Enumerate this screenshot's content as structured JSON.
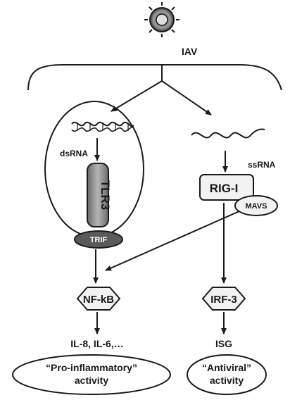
{
  "virus": {
    "label": "IAV"
  },
  "left_branch": {
    "rna_label": "dsRNA",
    "receptor_label": "TLR3",
    "adaptor_label": "TRIF"
  },
  "right_branch": {
    "rna_label": "ssRNA",
    "receptor_label": "RIG-I",
    "adaptor_label": "MAVS"
  },
  "transcription_factors": {
    "left": "NF-kB",
    "right": "IRF-3"
  },
  "outputs": {
    "left_genes": "IL-8, IL-6,…",
    "right_genes": "ISG"
  },
  "activities": {
    "left_line1": "“Pro-inflammatory”",
    "left_line2": "activity",
    "right_line1": "“Antiviral”",
    "right_line2": "activity"
  },
  "colors": {
    "ink": "#1a1a1a",
    "tlr3_fill": "#8a8a8a",
    "trif_fill": "#5a5a5a",
    "box_fill": "#f2f2f2"
  }
}
